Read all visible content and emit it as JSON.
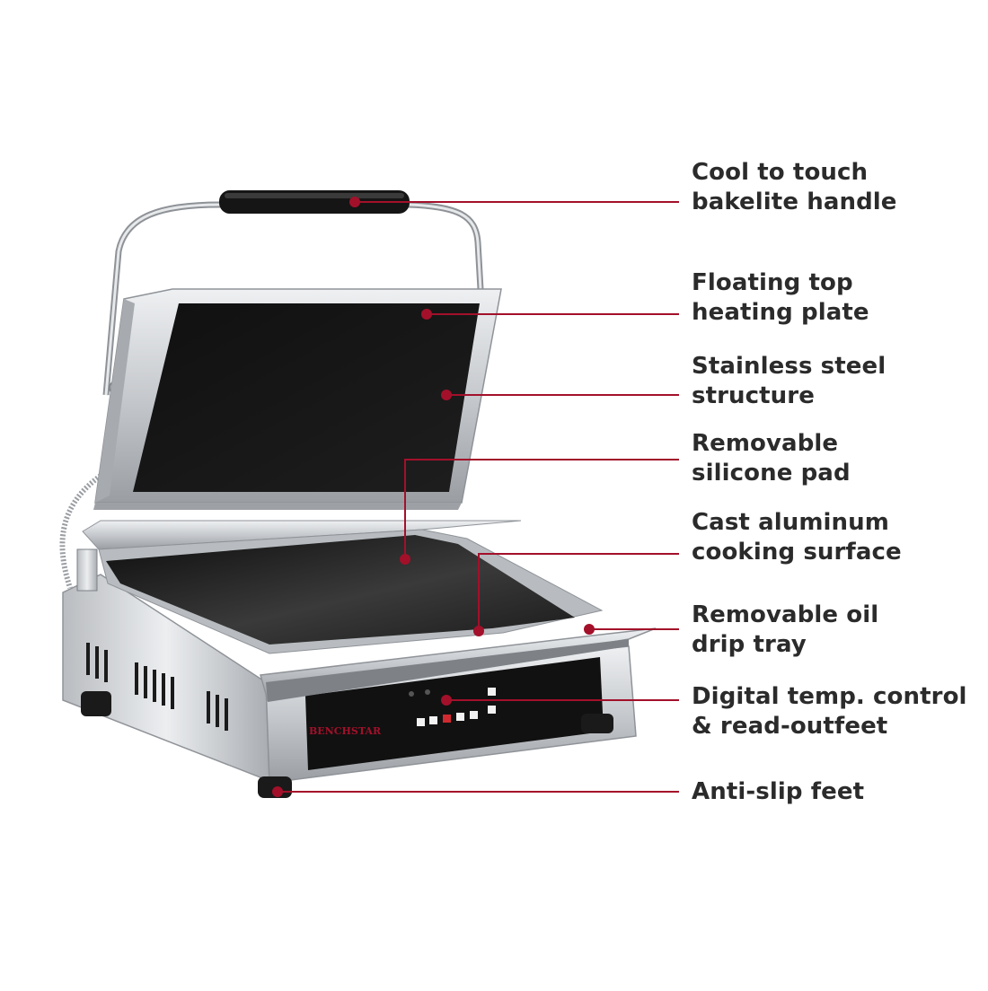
{
  "brand": {
    "name": "BENCHSTAR"
  },
  "colors": {
    "accent": "#a3102a",
    "text": "#2b2b2b",
    "steel": "#c9ccd0",
    "plate": "#121212"
  },
  "callouts": [
    {
      "id": "handle",
      "line1": "Cool to touch",
      "line2": "bakelite handle"
    },
    {
      "id": "top-plate",
      "line1": "Floating top",
      "line2": "heating plate"
    },
    {
      "id": "structure",
      "line1": "Stainless steel",
      "line2": "structure"
    },
    {
      "id": "pad",
      "line1": "Removable",
      "line2": "silicone pad"
    },
    {
      "id": "surface",
      "line1": "Cast aluminum",
      "line2": "cooking surface"
    },
    {
      "id": "tray",
      "line1": "Removable oil",
      "line2": "drip tray"
    },
    {
      "id": "control",
      "line1": "Digital temp. control",
      "line2": "& read-outfeet"
    },
    {
      "id": "feet",
      "line1": "Anti-slip feet",
      "line2": ""
    }
  ]
}
